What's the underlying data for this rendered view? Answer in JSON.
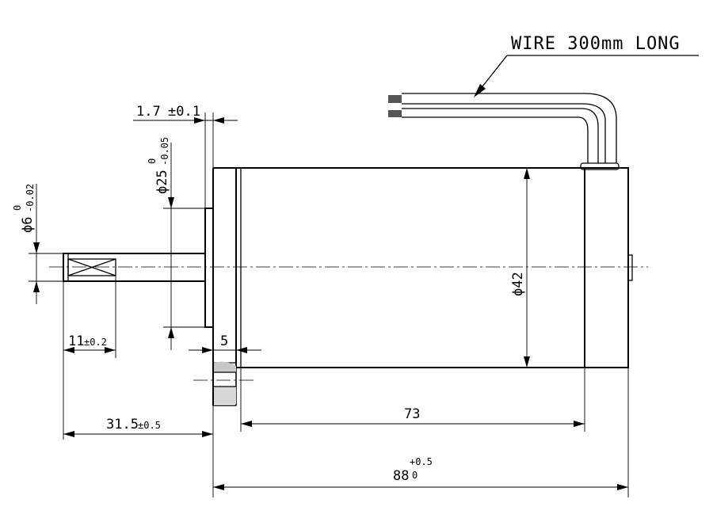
{
  "wire_note": "WIRE 300mm LONG",
  "dimensions": {
    "flange_thickness": {
      "value": "1.7",
      "tol": "±0.1"
    },
    "pilot_diameter": {
      "prefix": "ϕ25",
      "upper": "0",
      "lower": "-0.05"
    },
    "shaft_diameter": {
      "prefix": "ϕ6",
      "upper": "0",
      "lower": "-0.02"
    },
    "flat_length": {
      "value": "11",
      "tol": "±0.2"
    },
    "shaft_length": {
      "value": "31.5",
      "tol": "±0.5"
    },
    "mount_thickness": {
      "value": "5"
    },
    "body_diameter": {
      "value": "ϕ42"
    },
    "body_length": {
      "value": "73"
    },
    "overall_length": {
      "value": "88",
      "upper": "+0.5",
      "lower": "0"
    }
  }
}
